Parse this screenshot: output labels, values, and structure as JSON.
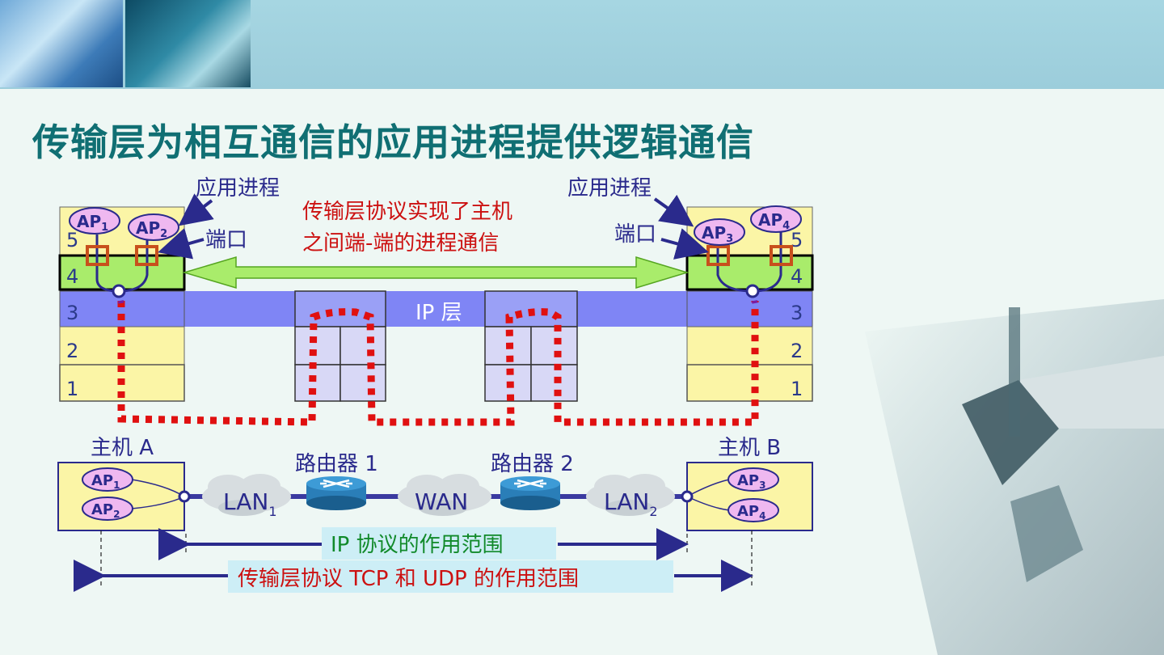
{
  "title": "传输层为相互通信的应用进程提供逻辑通信",
  "labels": {
    "app_process_left": "应用进程",
    "app_process_right": "应用进程",
    "port_left": "端口",
    "port_right": "端口",
    "callout_line1": "传输层协议实现了主机",
    "callout_line2": "之间端-端的进程通信",
    "ip_layer": "IP 层",
    "host_a": "主机 A",
    "host_b": "主机 B",
    "router1": "路由器 1",
    "router2": "路由器 2",
    "lan1": "LAN",
    "lan1_sub": "1",
    "wan": "WAN",
    "lan2": "LAN",
    "lan2_sub": "2",
    "ip_scope": "IP 协议的作用范围",
    "transport_scope": "传输层协议 TCP 和 UDP 的作用范围"
  },
  "processes": {
    "ap_prefix": "AP",
    "left": [
      "1",
      "2"
    ],
    "right": [
      "3",
      "4"
    ]
  },
  "layers": [
    "5",
    "4",
    "3",
    "2",
    "1"
  ],
  "colors": {
    "title": "#106f73",
    "stack_yellow": "#fbf5a6",
    "layer4_green": "#a9ec6b",
    "ip_band": "#7f85f5",
    "router_cell": "#d8d8f6",
    "red_callout": "#cc1111",
    "dots": "#e01010",
    "ap_bubble": "#efb8f0",
    "arrow_dark": "#2a2a8c",
    "scope_box": "#cdeef6"
  }
}
